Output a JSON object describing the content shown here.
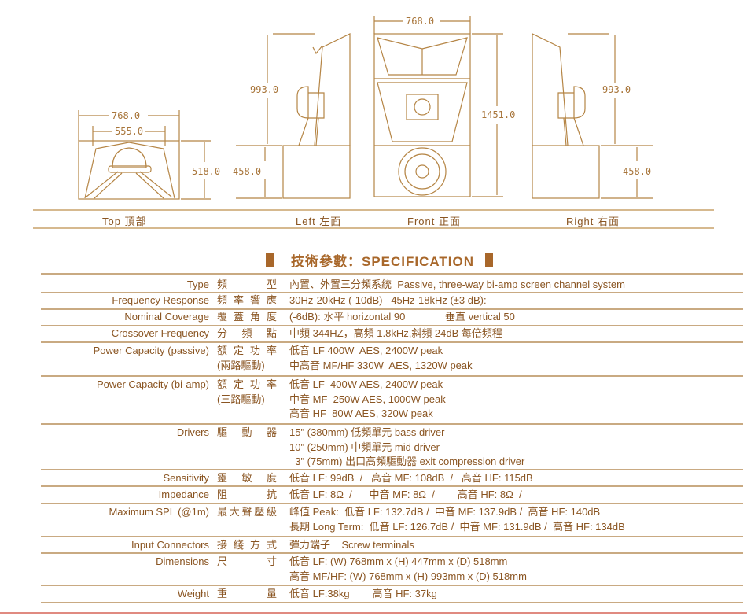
{
  "drawings": {
    "top": {
      "label": "Top 頂部",
      "dims": [
        "768.0",
        "555.0",
        "518.0"
      ]
    },
    "left": {
      "label": "Left 左面",
      "dims": [
        "993.0",
        "458.0"
      ]
    },
    "front": {
      "label": "Front 正面",
      "dims": [
        "768.0",
        "1451.0"
      ]
    },
    "right": {
      "label": "Right 右面",
      "dims": [
        "993.0",
        "458.0"
      ]
    }
  },
  "title": "技術參數：SPECIFICATION",
  "specs": [
    {
      "en": "Type",
      "zh": "頻型",
      "values": [
        "內置、外置三分頻系統  Passive, three-way bi-amp screen channel system"
      ]
    },
    {
      "en": "Frequency Response",
      "zh": "頻率響應",
      "values": [
        "30Hz-20kHz (-10dB)   45Hz-18kHz (±3 dB):"
      ]
    },
    {
      "en": "Nominal Coverage",
      "zh": "覆蓋角度",
      "values": [
        "(-6dB): 水平 horizontal 90              垂直 vertical 50"
      ]
    },
    {
      "en": "Crossover Frequency",
      "zh": "分頻點",
      "values": [
        "中頻 344HZ，高頻 1.8kHz,斜頻 24dB 每倍頻程"
      ]
    },
    {
      "en": "Power Capacity (passive)",
      "zh": "額定功率",
      "zh2": "(兩路驅動)",
      "values": [
        "低音 LF 400W  AES, 2400W peak",
        "中高音 MF/HF 330W  AES, 1320W peak"
      ]
    },
    {
      "en": "Power Capacity (bi-amp)",
      "zh": "額定功率",
      "zh2": "(三路驅動)",
      "values": [
        "低音 LF  400W AES, 2400W peak",
        "中音 MF  250W AES, 1000W peak",
        "高音 HF  80W AES, 320W peak"
      ]
    },
    {
      "en": "Drivers",
      "zh": "驅動器",
      "values": [
        "15\" (380mm) 低頻單元 bass driver",
        "10\" (250mm) 中頻單元 mid driver",
        "  3\" (75mm) 出口高頻驅動器 exit compression driver"
      ]
    },
    {
      "en": "Sensitivity",
      "zh": "靈敏度",
      "values": [
        "低音 LF: 99dB  /   高音 MF: 108dB  /   高音 HF: 115dB"
      ]
    },
    {
      "en": "Impedance",
      "zh": "阻抗",
      "values": [
        "低音 LF: 8Ω  /      中音 MF: 8Ω  /        高音 HF: 8Ω  /"
      ]
    },
    {
      "en": "Maximum SPL (@1m)",
      "zh": "最大聲壓級",
      "values": [
        "峰值 Peak:  低音 LF: 132.7dB /  中音 MF: 137.9dB /  高音 HF: 140dB",
        "長期 Long Term:  低音 LF: 126.7dB /  中音 MF: 131.9dB /  高音 HF: 134dB"
      ]
    },
    {
      "en": "Input Connectors",
      "zh": "接綫方式",
      "values": [
        "彈力端子    Screw terminals"
      ]
    },
    {
      "en": "Dimensions",
      "zh": "尺寸",
      "values": [
        "低音 LF: (W) 768mm x (H) 447mm x (D) 518mm",
        "高音 MF/HF: (W) 768mm x (H) 993mm x (D) 518mm"
      ]
    },
    {
      "en": "Weight",
      "zh": "重量",
      "values": [
        "低音 LF:38kg        高音 HF: 37kg"
      ]
    }
  ],
  "colors": {
    "text": "#8a5522",
    "accent": "#a8672a",
    "line": "#c9aa82",
    "bottom": "#d9534f"
  }
}
